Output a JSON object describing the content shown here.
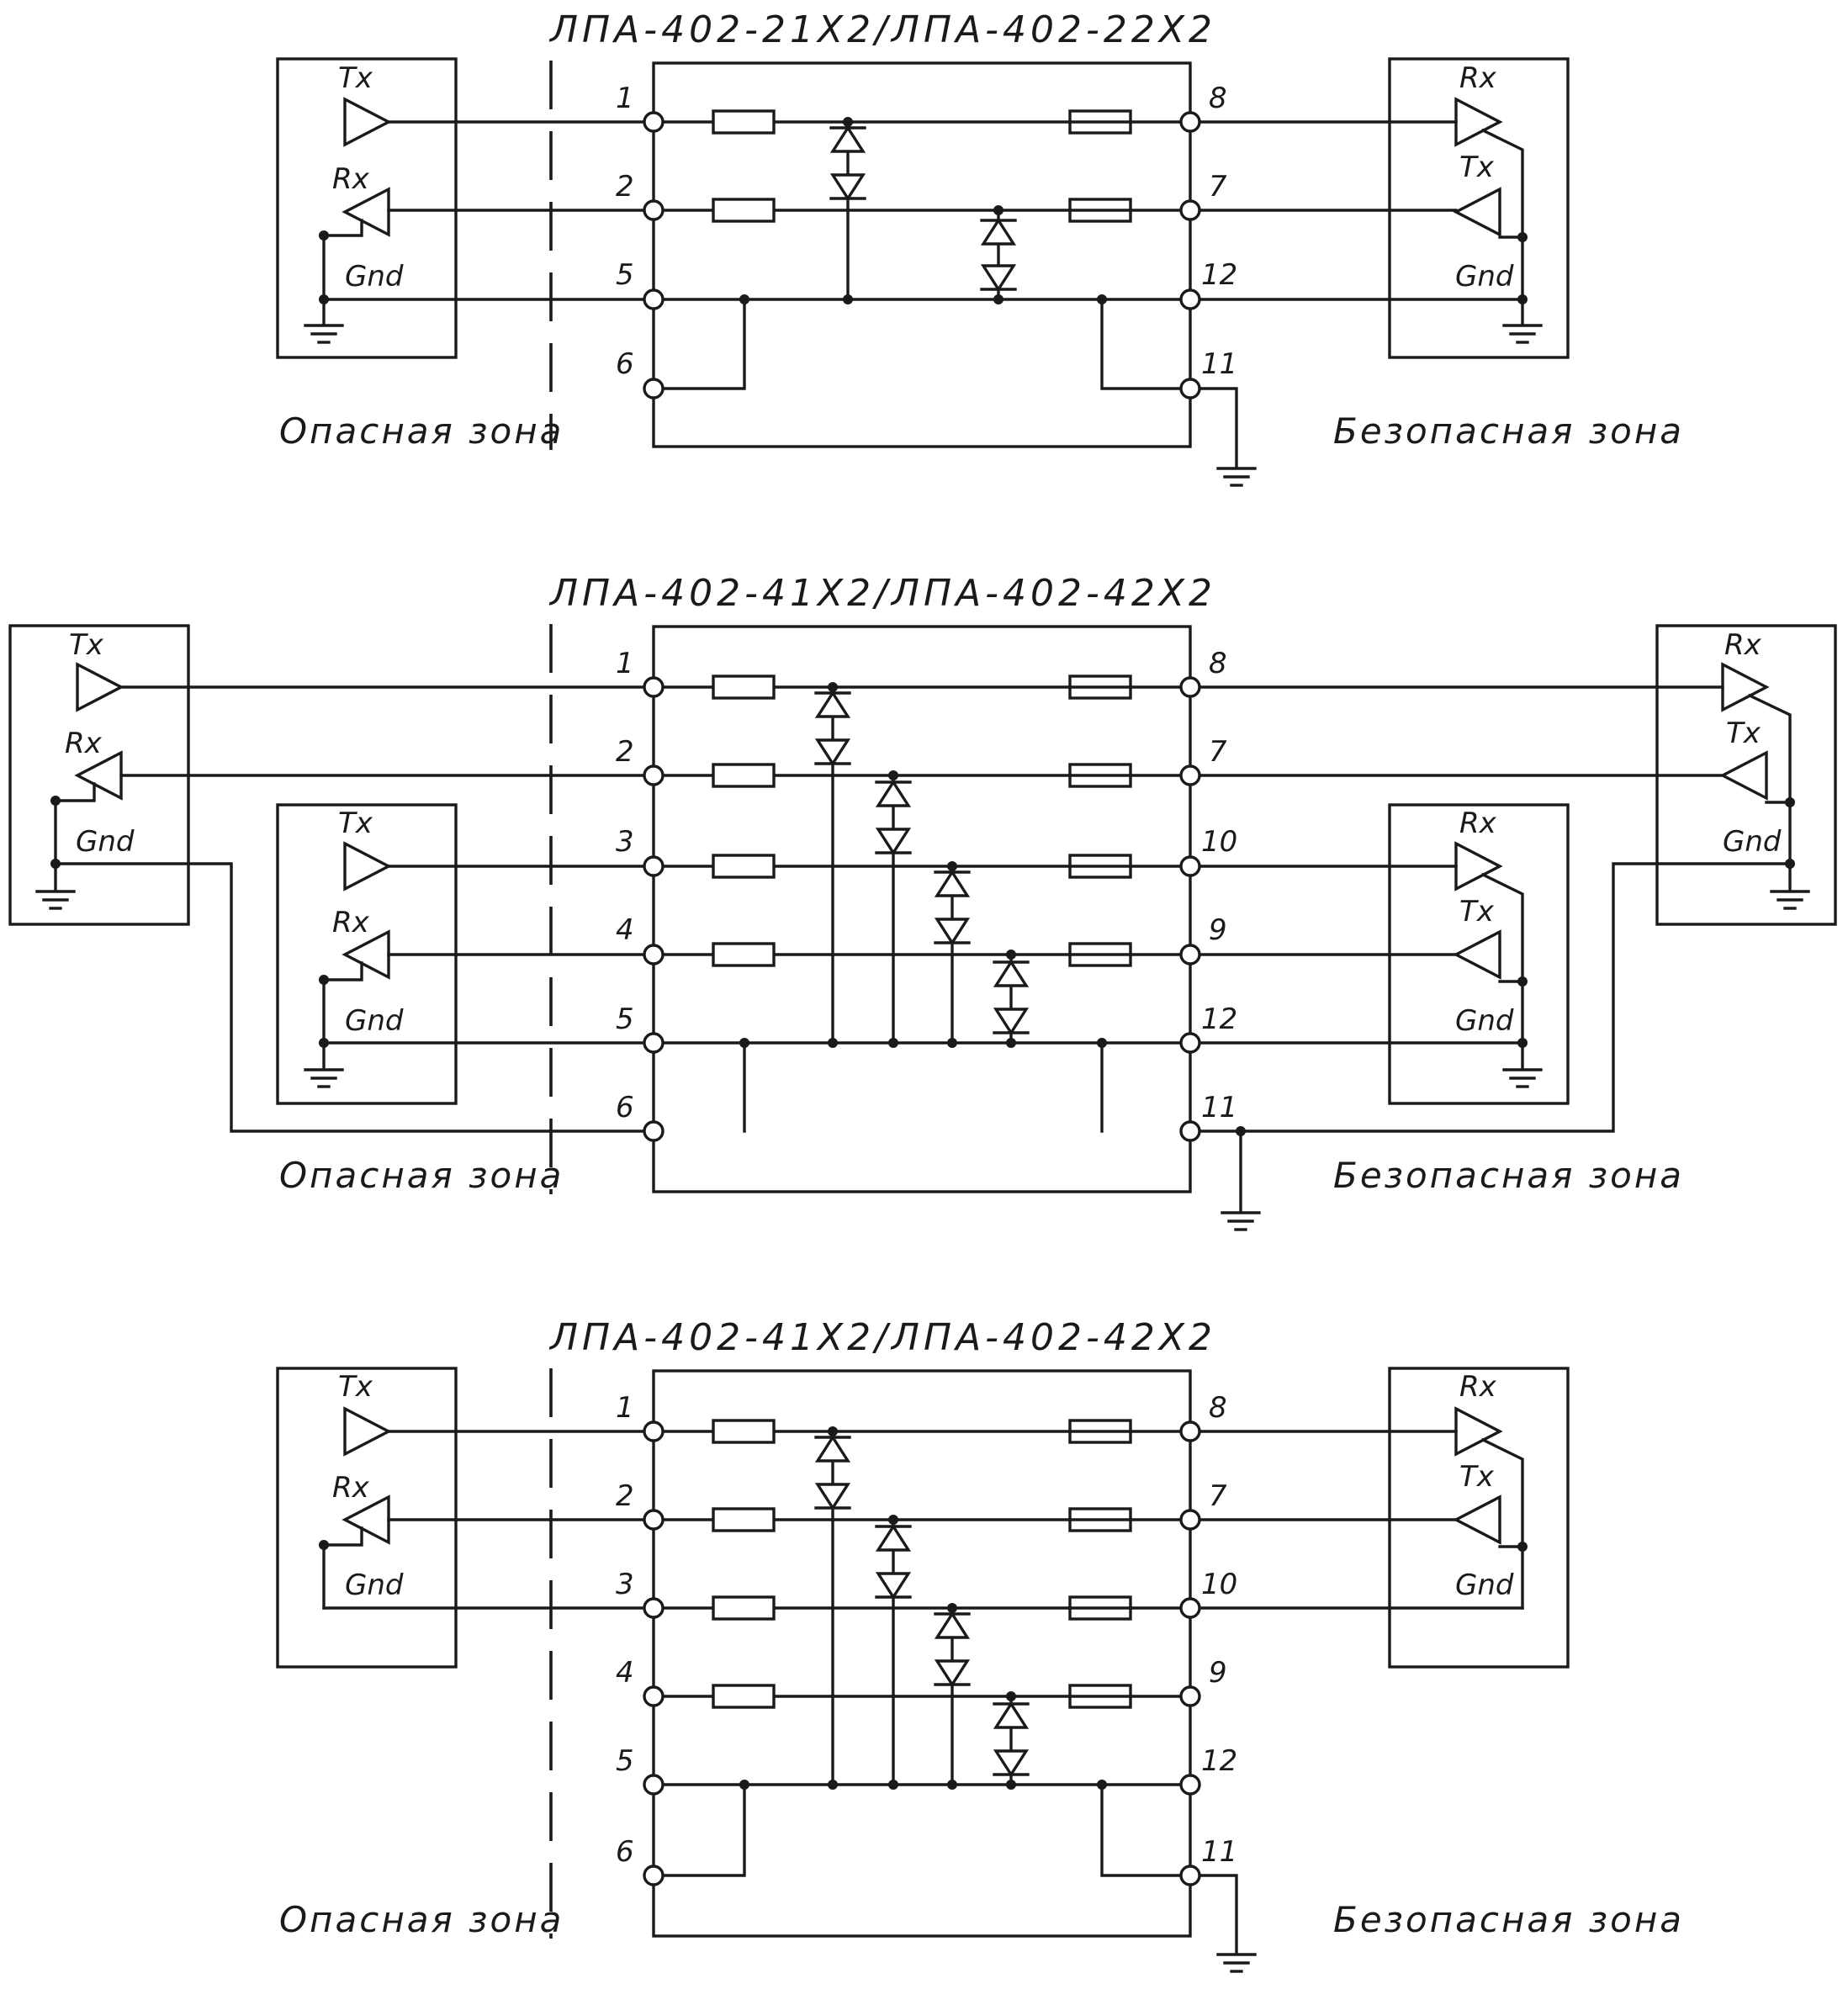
{
  "diagrams": [
    {
      "title": "ЛПА-402-21Х2/ЛПА-402-22Х2",
      "left_pins": [
        "1",
        "2",
        "5",
        "6"
      ],
      "right_pins": [
        "8",
        "7",
        "12",
        "11"
      ],
      "hazardous_zone_label": "Опасная зона",
      "safe_zone_label": "Безопасная зона",
      "left_devices": [
        {
          "tx": "Tx",
          "rx": "Rx",
          "gnd": "Gnd"
        }
      ],
      "right_devices": [
        {
          "tx": "Tx",
          "rx": "Rx",
          "gnd": "Gnd"
        }
      ]
    },
    {
      "title": "ЛПА-402-41Х2/ЛПА-402-42Х2",
      "left_pins": [
        "1",
        "2",
        "3",
        "4",
        "5",
        "6"
      ],
      "right_pins": [
        "8",
        "7",
        "10",
        "9",
        "12",
        "11"
      ],
      "hazardous_zone_label": "Опасная зона",
      "safe_zone_label": "Безопасная зона",
      "left_devices": [
        {
          "tx": "Tx",
          "rx": "Rx",
          "gnd": "Gnd"
        },
        {
          "tx": "Tx",
          "rx": "Rx",
          "gnd": "Gnd"
        }
      ],
      "right_devices": [
        {
          "tx": "Tx",
          "rx": "Rx",
          "gnd": "Gnd"
        },
        {
          "tx": "Tx",
          "rx": "Rx",
          "gnd": "Gnd"
        }
      ]
    },
    {
      "title": "ЛПА-402-41Х2/ЛПА-402-42Х2",
      "left_pins": [
        "1",
        "2",
        "3",
        "4",
        "5",
        "6"
      ],
      "right_pins": [
        "8",
        "7",
        "10",
        "9",
        "12",
        "11"
      ],
      "hazardous_zone_label": "Опасная зона",
      "safe_zone_label": "Безопасная зона",
      "left_devices": [
        {
          "tx": "Tx",
          "rx": "Rx",
          "gnd": "Gnd"
        }
      ],
      "right_devices": [
        {
          "tx": "Tx",
          "rx": "Rx",
          "gnd": "Gnd"
        }
      ]
    }
  ]
}
